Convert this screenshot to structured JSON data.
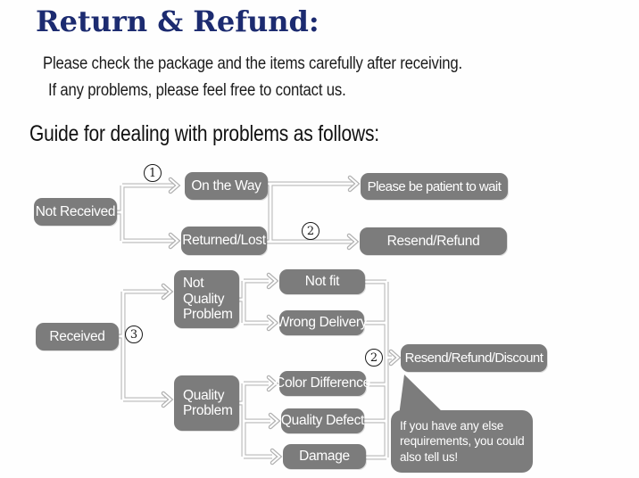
{
  "header": {
    "title": "Return & Refund:",
    "intro_line1": "Please check the package and the items carefully after receiving.",
    "intro_line2": "If any problems, please feel free to contact us.",
    "guide_heading": "Guide for dealing with problems as follows:"
  },
  "colors": {
    "title_navy": "#1c2b70",
    "box_gray": "#7c7c7c",
    "line_gray": "#b8b8b8",
    "text_black": "#1b1b1b"
  },
  "flowchart": {
    "nodes": {
      "not_received": {
        "label": "Not Received"
      },
      "on_the_way": {
        "label": "On the Way"
      },
      "returned_lost": {
        "label": "Returned/Lost"
      },
      "be_patient": {
        "label": "Please be patient to wait"
      },
      "resend_refund": {
        "label": "Resend/Refund"
      },
      "not_quality_problem": {
        "lines": [
          "Not",
          "Quality",
          "Problem"
        ]
      },
      "not_fit": {
        "label": "Not fit"
      },
      "wrong_delivery": {
        "label": "Wrong Delivery"
      },
      "received": {
        "label": "Received"
      },
      "quality_problem": {
        "lines": [
          "Quality",
          "Problem"
        ]
      },
      "color_difference": {
        "label": "Color Difference"
      },
      "quality_defect": {
        "label": "Quality Defect"
      },
      "damage": {
        "label": "Damage"
      },
      "resend_refund_discount": {
        "label": "Resend/Refund/Discount"
      }
    },
    "markers": [
      {
        "label": "1"
      },
      {
        "label": "2"
      },
      {
        "label": "3"
      },
      {
        "label": "2"
      }
    ],
    "bubble": {
      "lines": [
        "If you have any else",
        "requirements, you could",
        "also tell us!"
      ]
    }
  }
}
